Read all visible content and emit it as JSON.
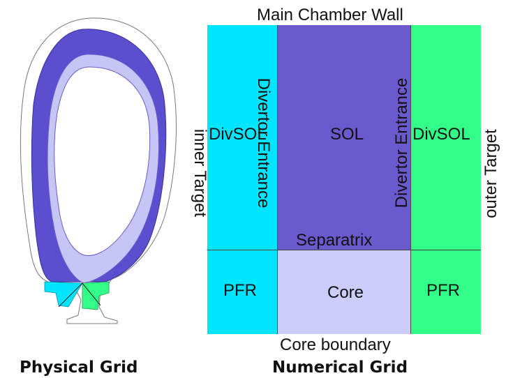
{
  "physical_grid": {
    "caption": "Physical Grid"
  },
  "numerical_grid": {
    "caption": "Numerical Grid",
    "top_label": "Main Chamber Wall",
    "bottom_label": "Core boundary",
    "left_label": "inner Target",
    "right_label": "outer Target",
    "regions": {
      "divsol_left": "DivSOL",
      "divertor_entrance_left": "Divertor Entrance",
      "sol": "SOL",
      "divertor_entrance_right": "Divertor Entrance",
      "divsol_right": "DivSOL",
      "separatrix": "Separatrix",
      "pfr_left": "PFR",
      "core": "Core",
      "pfr_right": "PFR"
    },
    "colors": {
      "divsol_left": "#00e5ff",
      "sol": "#6a5acd",
      "divsol_right": "#33ff88",
      "core": "#cccdfa",
      "pfr_left": "#00e5ff",
      "pfr_right": "#33ff88",
      "outline": "#444444"
    }
  }
}
